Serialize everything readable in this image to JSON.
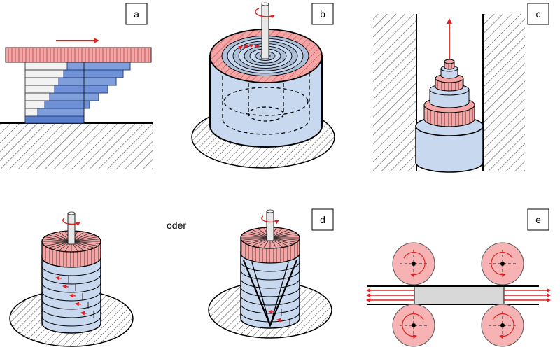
{
  "panels": [
    {
      "id": "a",
      "label": "a"
    },
    {
      "id": "b",
      "label": "b"
    },
    {
      "id": "c",
      "label": "c"
    },
    {
      "id": "d",
      "label": "d"
    },
    {
      "id": "e",
      "label": "e"
    }
  ],
  "connector_text": "oder",
  "colors": {
    "pink": "#f4a6a6",
    "pink_dark": "#e07a7a",
    "blue_light": "#c8d8ee",
    "blue_mid": "#5a7fcf",
    "blue_stack": "#7f9fdc",
    "arrow": "#e02020",
    "hatch": "#555555",
    "outline": "#000000"
  }
}
